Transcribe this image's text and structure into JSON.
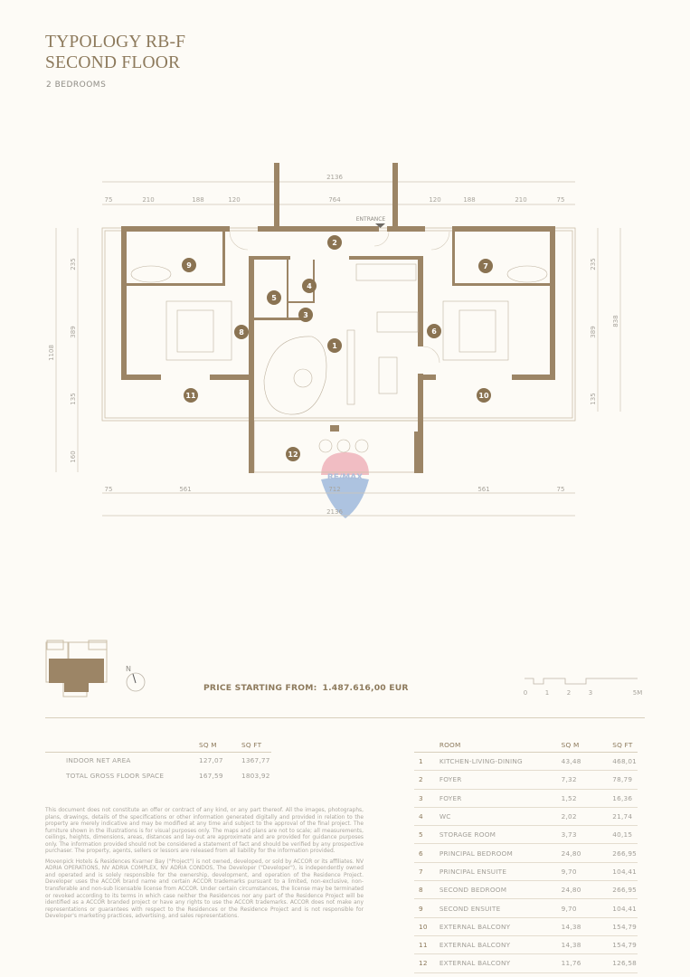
{
  "header": {
    "title_line1": "TYPOLOGY RB-F",
    "title_line2": "SECOND FLOOR",
    "subtitle": "2 BEDROOMS"
  },
  "colors": {
    "accent": "#8d7a5c",
    "wall": "#9c8566",
    "background": "#fdfbf6"
  },
  "plan": {
    "entrance_label": "ENTRANCE",
    "room_markers": [
      "1",
      "2",
      "3",
      "4",
      "5",
      "6",
      "7",
      "8",
      "9",
      "10",
      "11",
      "12"
    ],
    "dimensions": {
      "top_total": "2136",
      "top_segments": [
        "75",
        "210",
        "188",
        "120",
        "764",
        "120",
        "188",
        "210",
        "75"
      ],
      "bottom_segments": [
        "75",
        "561",
        "712",
        "561",
        "75"
      ],
      "bottom_total": "2136",
      "left_total": "1108",
      "left_segments": [
        "235",
        "389",
        "135",
        "160"
      ],
      "right_segments": [
        "235",
        "389",
        "135"
      ],
      "right_total": "838"
    },
    "watermark": "RE/MAX"
  },
  "legend": {
    "north_label": "N",
    "scale_labels": [
      "0",
      "1",
      "2",
      "3",
      "5M"
    ]
  },
  "price": {
    "label": "PRICE STARTING FROM:",
    "value": "1.487.616,00 EUR"
  },
  "area_table": {
    "headers": [
      "",
      "SQ M",
      "SQ FT"
    ],
    "rows": [
      {
        "name": "INDOOR NET AREA",
        "sqm": "127,07",
        "sqft": "1367,77"
      },
      {
        "name": "TOTAL GROSS FLOOR SPACE",
        "sqm": "167,59",
        "sqft": "1803,92"
      }
    ]
  },
  "room_table": {
    "headers": [
      "",
      "ROOM",
      "SQ M",
      "SQ FT"
    ],
    "rows": [
      {
        "num": "1",
        "name": "KITCHEN-LIVING-DINING",
        "sqm": "43,48",
        "sqft": "468,01"
      },
      {
        "num": "2",
        "name": "FOYER",
        "sqm": "7,32",
        "sqft": "78,79"
      },
      {
        "num": "3",
        "name": "FOYER",
        "sqm": "1,52",
        "sqft": "16,36"
      },
      {
        "num": "4",
        "name": "WC",
        "sqm": "2,02",
        "sqft": "21,74"
      },
      {
        "num": "5",
        "name": "STORAGE ROOM",
        "sqm": "3,73",
        "sqft": "40,15"
      },
      {
        "num": "6",
        "name": "PRINCIPAL BEDROOM",
        "sqm": "24,80",
        "sqft": "266,95"
      },
      {
        "num": "7",
        "name": "PRINCIPAL ENSUITE",
        "sqm": "9,70",
        "sqft": "104,41"
      },
      {
        "num": "8",
        "name": "SECOND BEDROOM",
        "sqm": "24,80",
        "sqft": "266,95"
      },
      {
        "num": "9",
        "name": "SECOND ENSUITE",
        "sqm": "9,70",
        "sqft": "104,41"
      },
      {
        "num": "10",
        "name": "EXTERNAL BALCONY",
        "sqm": "14,38",
        "sqft": "154,79"
      },
      {
        "num": "11",
        "name": "EXTERNAL BALCONY",
        "sqm": "14,38",
        "sqft": "154,79"
      },
      {
        "num": "12",
        "name": "EXTERNAL BALCONY",
        "sqm": "11,76",
        "sqft": "126,58"
      }
    ]
  },
  "disclaimer": {
    "paragraph1": "This document does not constitute an offer or contract of any kind, or any part thereof. All the images, photographs, plans, drawings, details of the specifications or other information generated digitally and provided in relation to the property are merely indicative and may be modified at any time and subject to the approval of the final project. The furniture shown in the illustrations is for visual purposes only. The maps and plans are not to scale; all measurements, ceilings, heights, dimensions, areas, distances and lay-out are approximate and are provided for guidance purposes only. The information provided should not be considered a statement of fact and should be verified by any prospective purchaser. The property, agents, sellers or lessors are released from all liability for the information provided.",
    "paragraph2": "Movenpick Hotels & Residences Kvarner Bay (\"Project\") is not owned, developed, or sold by ACCOR or its affiliates. NV ADRIA OPERATIONS, NV ADRIA COMPLEX, NV ADRIA CONDOS, The Developer (\"Developer\"), is independently owned and operated and is solely responsible for the ownership, development, and operation of the Residence Project. Developer uses the ACCOR brand name and certain ACCOR trademarks pursuant to a limited, non-exclusive, non-transferable and non-sub licensable license from ACCOR. Under certain circumstances, the license may be terminated or revoked according to its terms in which case neither the Residences nor any part of the Residence Project will be identified as a ACCOR branded project or have any rights to use the ACCOR trademarks. ACCOR does not make any representations or guarantees with respect to the Residences or the Residence Project and is not responsible for Developer's marketing practices, advertising, and sales representations."
  }
}
